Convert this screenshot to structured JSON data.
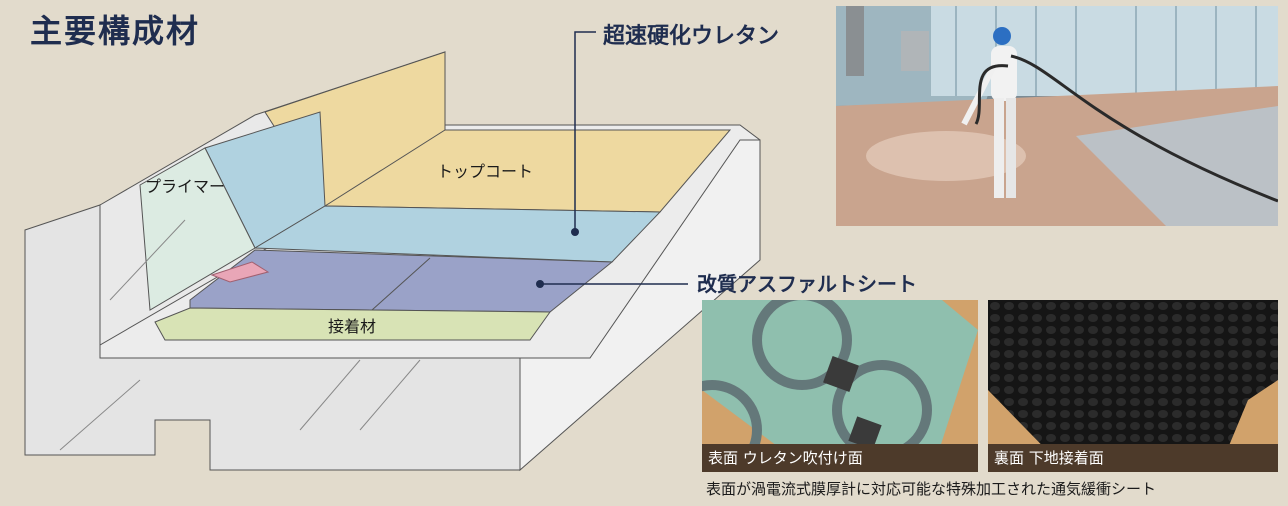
{
  "title": "主要構成材",
  "layers": {
    "primer": "プライマー",
    "topcoat": "トップコート",
    "adhesive": "接着材"
  },
  "callouts": {
    "urethane": "超速硬化ウレタン",
    "asphalt_sheet": "改質アスファルトシート"
  },
  "photos": {
    "front_caption": "表面 ウレタン吹付け面",
    "back_caption": "裏面 下地接着面"
  },
  "sheet_description": "表面が渦電流式膜厚計に対応可能な特殊加工された通気緩衝シート",
  "colors": {
    "background": "#e2dbcc",
    "title": "#1f2d4f",
    "topcoat": "#eed9a0",
    "urethane": "#b0d2e0",
    "asphalt_sheet": "#9aa2c8",
    "adhesive": "#d8e3b5",
    "primer": "#dcebe2",
    "concrete": "#e8e8e8"
  }
}
